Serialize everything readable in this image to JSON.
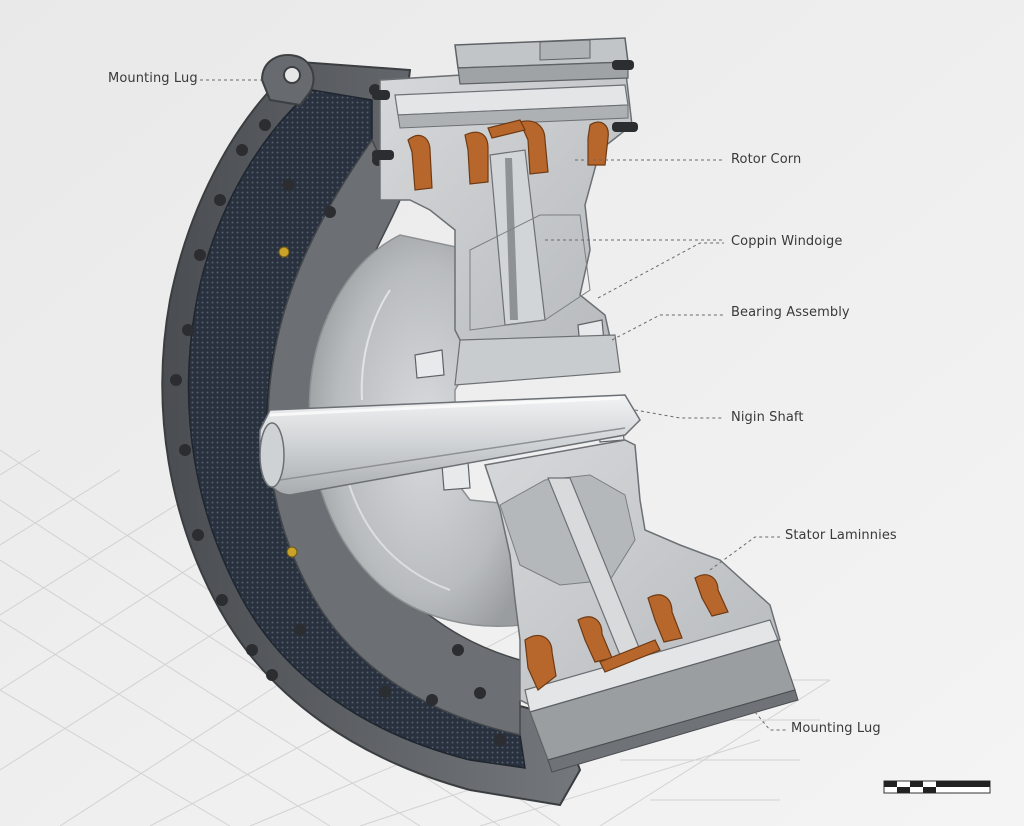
{
  "callouts": {
    "mounting_lug_top": "Mounting Lug",
    "rotor_core": "Rotor Corn",
    "copper_windings": "Coppin Windoige",
    "bearing_assembly": "Bearing Assembly",
    "main_shaft": "Nigin Shaft",
    "stator_laminations": "Stator Laminnies",
    "mounting_lug_bottom": "Mounting Lug"
  },
  "colors": {
    "background": "#ececec",
    "housing_dark": "#5b5e62",
    "housing_face": "#6f7276",
    "laminations": "#2a3442",
    "cut_face": "#c9cccf",
    "shaft": "#d8dadc",
    "copper": "#b8672c",
    "leader": "#6a6a6a"
  },
  "icons": {
    "scale_bar": "scale-bar-icon"
  }
}
